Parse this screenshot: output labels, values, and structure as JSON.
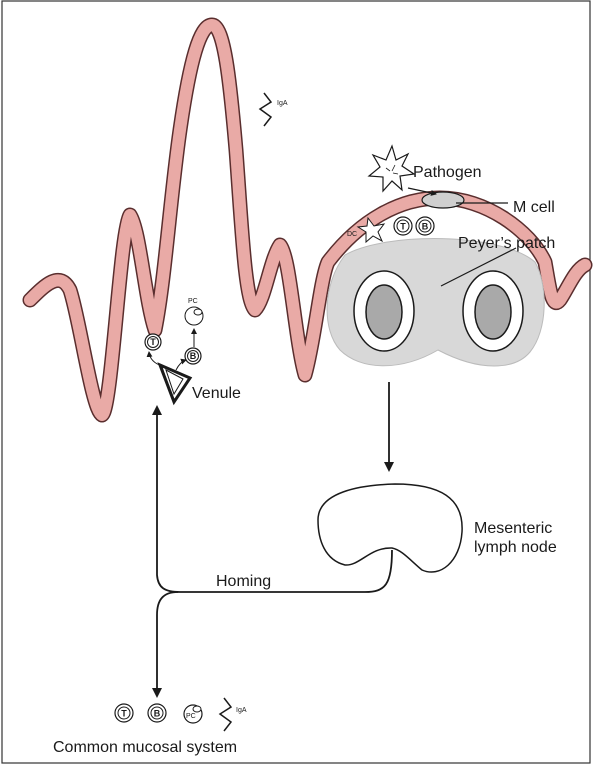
{
  "labels": {
    "pathogen": "Pathogen",
    "m_cell": "M cell",
    "peyers_patch": "Peyer’s patch",
    "venule": "Venule",
    "mesenteric": "Mesenteric",
    "lymph_node": "lymph node",
    "homing": "Homing",
    "common_mucosal": "Common mucosal system",
    "iga_top": "IgA",
    "iga_bottom": "IgA",
    "dc": "DC",
    "pc_top": "PC",
    "pc_bottom": "PC"
  },
  "cells": {
    "t": "T",
    "b": "B"
  },
  "colors": {
    "villus_fill": "#e9aaa6",
    "villus_outline": "#5a2e2e",
    "patch_fill": "#d8d8d8",
    "follicle_center": "#a9a9a9",
    "m_cell_fill": "#cfcfcf",
    "line": "#1a1a1a"
  }
}
